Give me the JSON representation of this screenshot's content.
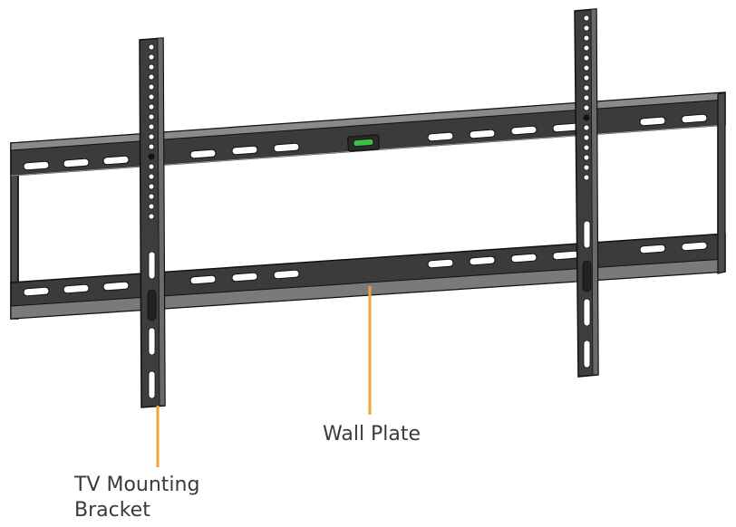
{
  "labels": {
    "wall_plate": "Wall Plate",
    "tv_bracket_line1": "TV Mounting",
    "tv_bracket_line2": "Bracket"
  },
  "colors": {
    "metal_dark": "#3b3b3b",
    "metal_mid": "#4a4a4a",
    "metal_light": "#6a6a6a",
    "edge_light": "#9a9a9a",
    "outline": "#111111",
    "slot": "#ffffff",
    "leader_line": "#f0a23c",
    "level_bubble": "#3dbf4a"
  }
}
